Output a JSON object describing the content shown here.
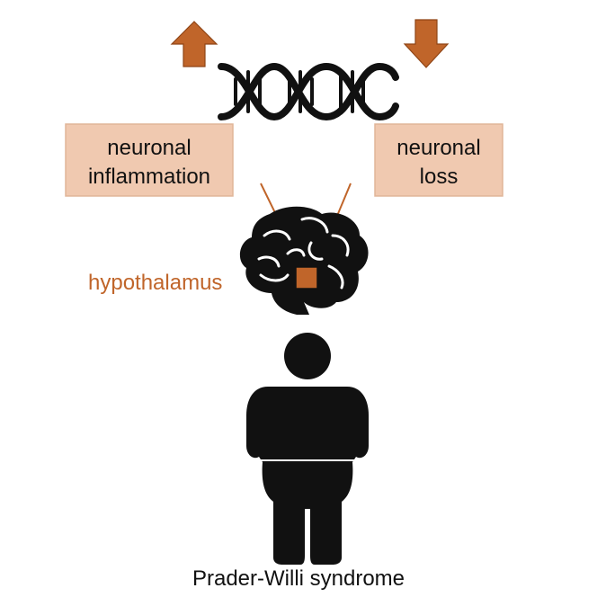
{
  "labels": {
    "neuronal_inflammation_line1": "neuronal",
    "neuronal_inflammation_line2": "inflammation",
    "neuronal_loss_line1": "neuronal",
    "neuronal_loss_line2": "loss",
    "hypothalamus": "hypothalamus",
    "caption": "Prader-Willi syndrome"
  },
  "indicators": {
    "inflammation": "up",
    "loss": "down"
  },
  "colors": {
    "accent": "#c0652a",
    "box_fill": "#f0c9b0",
    "box_stroke": "#e0b598",
    "icon": "#111111",
    "text": "#111111"
  },
  "icons": {
    "dna": "dna-helix-icon",
    "brain": "brain-icon",
    "person": "person-silhouette-icon",
    "up_arrow": "arrow-up-icon",
    "down_arrow": "arrow-down-icon"
  }
}
